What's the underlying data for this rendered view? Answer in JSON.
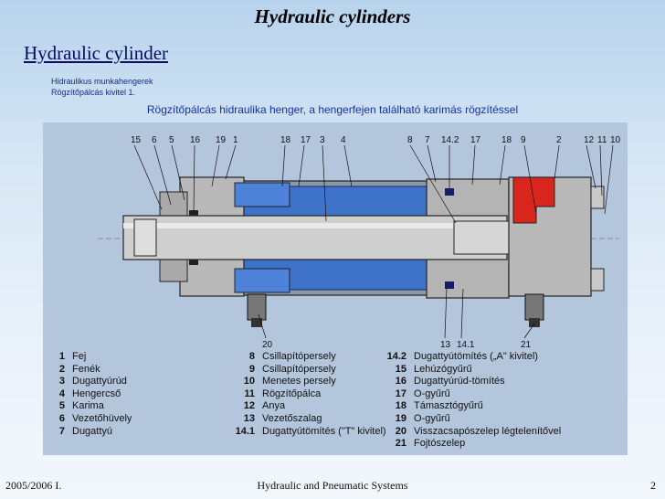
{
  "slide": {
    "title": "Hydraulic cylinders",
    "subtitle": "Hydraulic cylinder",
    "meta_line1": "Hidraulikus munkahengerek",
    "meta_line2": "Rögzítőpálcás kivitel 1.",
    "caption": "Rögzítőpálcás hidraulika henger, a hengerfejen található karimás rögzítéssel"
  },
  "diagram": {
    "callouts_top": [
      "15",
      "6",
      "5",
      "16",
      "19",
      "1",
      "18",
      "17",
      "3",
      "4",
      "8",
      "7",
      "14.2",
      "17",
      "18",
      "9",
      "2",
      "12",
      "11",
      "10"
    ],
    "callouts_bottom": [
      "20",
      "13",
      "14.1",
      "21"
    ],
    "colors": {
      "blue_chamber": "#3f72c9",
      "red_part": "#d9261c",
      "grey_body": "#b9b9b9",
      "dark": "#111111"
    }
  },
  "legend": {
    "col1": [
      {
        "num": "1",
        "label": "Fej"
      },
      {
        "num": "2",
        "label": "Fenék"
      },
      {
        "num": "3",
        "label": "Dugattyúrúd"
      },
      {
        "num": "4",
        "label": "Hengercső"
      },
      {
        "num": "5",
        "label": "Karima"
      },
      {
        "num": "6",
        "label": "Vezetőhüvely"
      },
      {
        "num": "7",
        "label": "Dugattyú"
      }
    ],
    "col2": [
      {
        "num": "8",
        "label": "Csillapítópersely"
      },
      {
        "num": "9",
        "label": "Csillapítópersely"
      },
      {
        "num": "10",
        "label": "Menetes persely"
      },
      {
        "num": "11",
        "label": "Rögzítőpálca"
      },
      {
        "num": "12",
        "label": "Anya"
      },
      {
        "num": "13",
        "label": "Vezetőszalag"
      },
      {
        "num": "14.1",
        "label": "Dugattyútömítés (\"T\" kivitel)"
      }
    ],
    "col3": [
      {
        "num": "14.2",
        "label": "Dugattyútömítés („A\" kivitel)"
      },
      {
        "num": "15",
        "label": "Lehúzógyűrű"
      },
      {
        "num": "16",
        "label": "Dugattyúrúd-tömítés"
      },
      {
        "num": "17",
        "label": "O-gyűrű"
      },
      {
        "num": "18",
        "label": "Támasztógyűrű"
      },
      {
        "num": "19",
        "label": "O-gyűrű"
      },
      {
        "num": "20",
        "label": "Visszacsapószelep légtelenítővel"
      },
      {
        "num": "21",
        "label": "Fojtószelep"
      }
    ]
  },
  "footer": {
    "left": "2005/2006 I.",
    "center": "Hydraulic and Pneumatic Systems",
    "page": "2"
  }
}
